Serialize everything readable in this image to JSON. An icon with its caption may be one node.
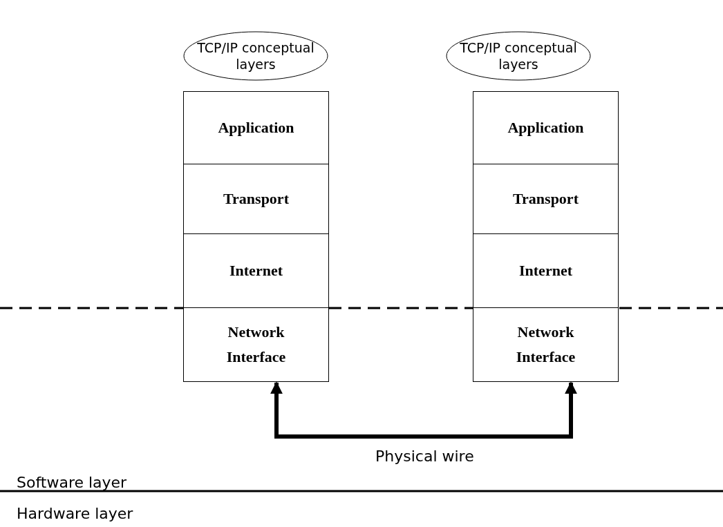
{
  "diagram": {
    "nodes": [
      {
        "text": [
          "TCP/IP conceptual layers"
        ]
      },
      {
        "text": [
          "Application"
        ]
      },
      {
        "text": [
          "Transport"
        ]
      },
      {
        "text": [
          "Internet"
        ]
      },
      {
        "text": [
          "Network Interface"
        ]
      },
      {
        "text": [
          "TCP/IP conceptual layers"
        ]
      },
      {
        "text": [
          "Application"
        ]
      },
      {
        "text": [
          "Transport"
        ]
      },
      {
        "text": [
          "Internet"
        ]
      },
      {
        "text": [
          "Network Interface"
        ]
      }
    ],
    "edges": [
      {
        "from": 4,
        "to": 9,
        "arrow": "both",
        "label": "Physical wire"
      }
    ],
    "labels": [
      "Software layer",
      "Hardware layer"
    ]
  }
}
